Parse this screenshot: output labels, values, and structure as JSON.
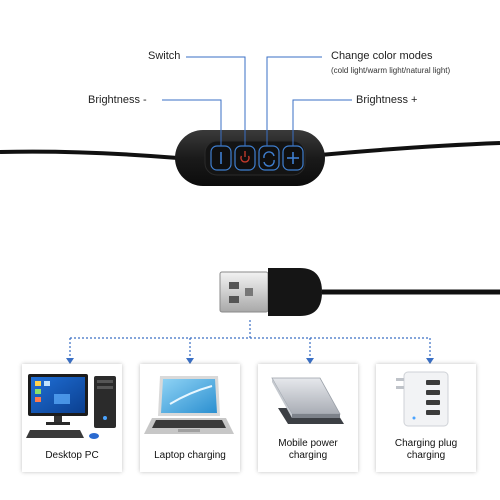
{
  "controls": {
    "switch": "Switch",
    "change_color_modes": "Change color modes",
    "color_modes_detail": "(cold light/warm light/natural light)",
    "brightness_minus": "Brightness -",
    "brightness_plus": "Brightness +"
  },
  "devices": [
    {
      "label": "Desktop PC"
    },
    {
      "label": "Laptop charging"
    },
    {
      "label": "Mobile power charging"
    },
    {
      "label": "Charging plug charging"
    }
  ],
  "colors": {
    "callout_line": "#3a6fc4",
    "remote_body": "#1c1c1c",
    "button_ring": "#3f7fd0",
    "switch_icon": "#c0392b",
    "cable": "#111111"
  }
}
